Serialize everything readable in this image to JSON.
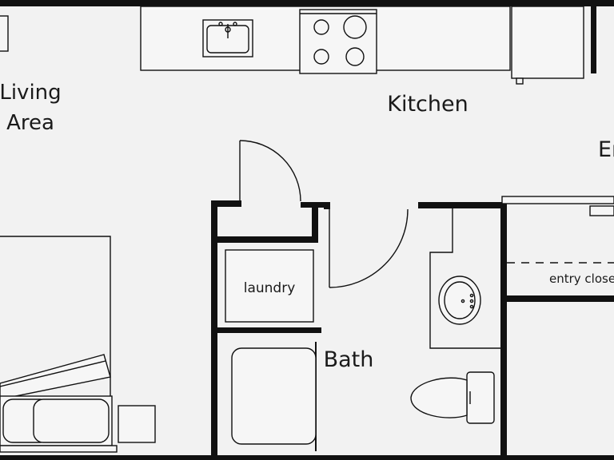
{
  "rooms": {
    "living_area_line1": "Living",
    "living_area_line2": "Area",
    "kitchen": "Kitchen",
    "entry_partial": "En",
    "laundry": "laundry",
    "bath": "Bath",
    "entry_closet": "entry close"
  },
  "colors": {
    "floor": "#f2f2f2",
    "wall": "#111111",
    "line": "#111111"
  }
}
